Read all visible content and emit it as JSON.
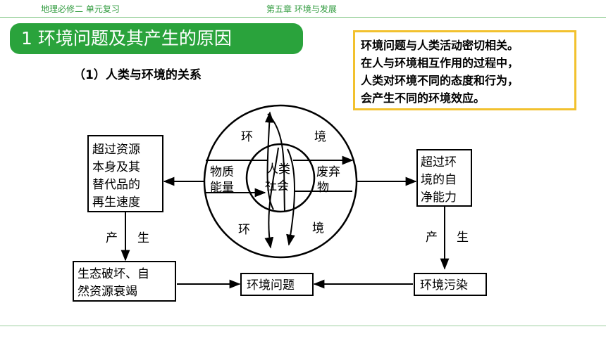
{
  "header": {
    "left": "地理必修二 单元复习",
    "center": "第五章  环境与发展"
  },
  "title": "1 环境问题及其产生的原因",
  "subtitle": "（1）人类与环境的关系",
  "callout": [
    "环境问题与人类活动密切相关。",
    "在人与环境相互作用的过程中，",
    "人类对环境不同的态度和行为，",
    "会产生不同的环境效应。"
  ],
  "diagram": {
    "outer_ring": [
      "环",
      "境",
      "环",
      "境"
    ],
    "inner": [
      "人类",
      "社会"
    ],
    "input": [
      "物质",
      "能量"
    ],
    "output": [
      "废弃",
      "物"
    ],
    "left_box": [
      "超过资源",
      "本身及其",
      "替代品的",
      "再生速度"
    ],
    "right_box": [
      "超过环",
      "境的自",
      "净能力"
    ],
    "left_produce": [
      "产",
      "生"
    ],
    "right_produce": [
      "产",
      "生"
    ],
    "bottom_left": [
      "生态破坏、自",
      "然资源衰竭"
    ],
    "center_bottom": "环境问题",
    "bottom_right": "环境污染"
  }
}
